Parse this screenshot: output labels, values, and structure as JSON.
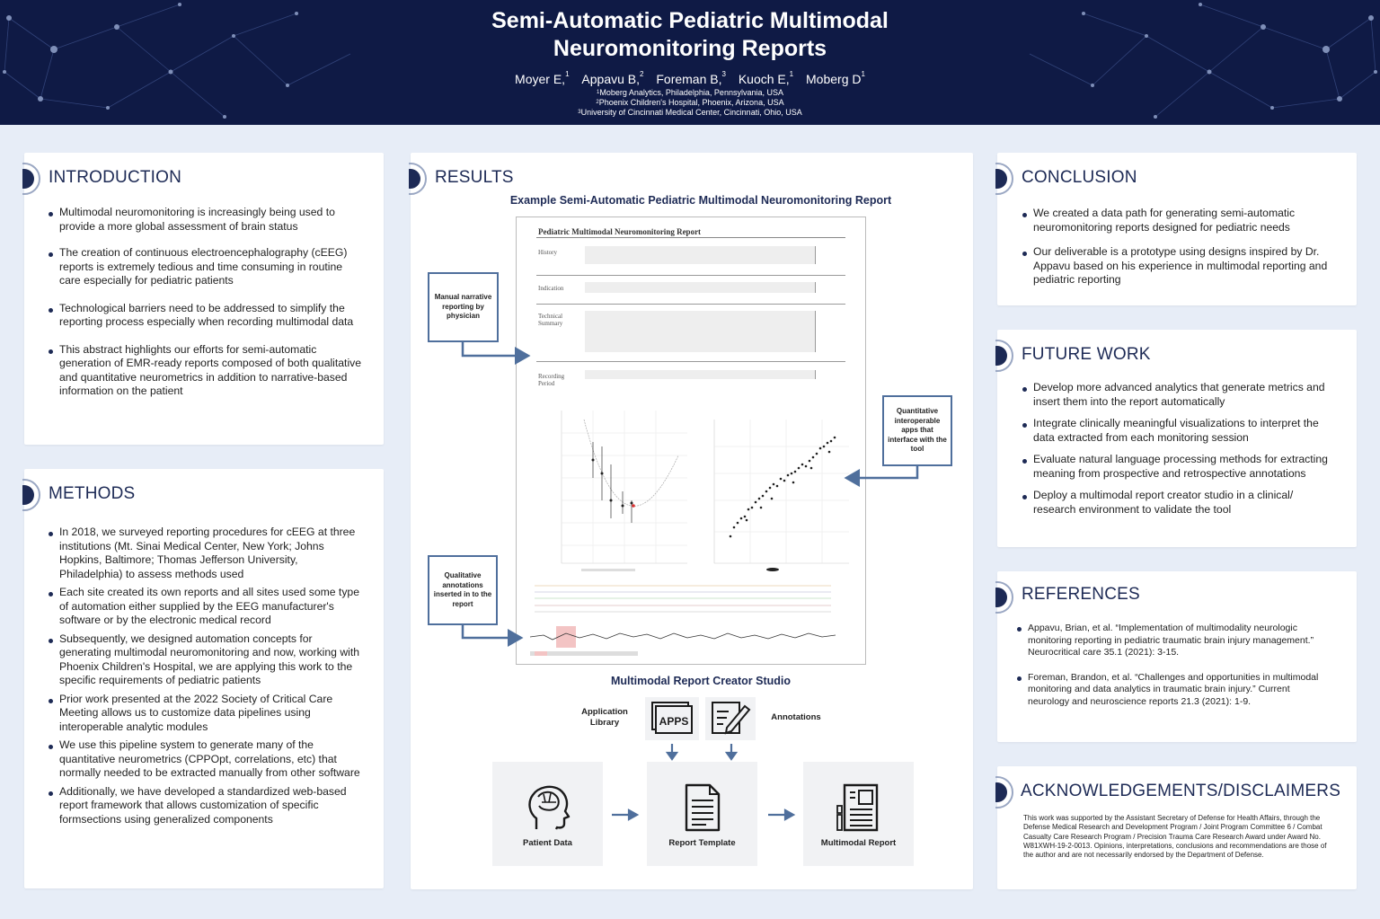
{
  "header": {
    "title_line1": "Semi-Automatic Pediatric Multimodal",
    "title_line2": "Neuromonitoring Reports",
    "authors": [
      {
        "name": "Moyer E,",
        "sup": "1"
      },
      {
        "name": "Appavu B,",
        "sup": "2"
      },
      {
        "name": "Foreman B,",
        "sup": "3"
      },
      {
        "name": "Kuoch E,",
        "sup": "1"
      },
      {
        "name": "Moberg D",
        "sup": "1"
      }
    ],
    "affiliations": [
      {
        "sup": "1",
        "text": "Moberg Analytics, Philadelphia, Pennsylvania, USA"
      },
      {
        "sup": "2",
        "text": "Phoenix Children's Hospital, Phoenix, Arizona, USA"
      },
      {
        "sup": "3",
        "text": "University of Cincinnati Medical Center, Cincinnati, Ohio, USA"
      }
    ]
  },
  "introduction": {
    "title": "INTRODUCTION",
    "bullets": [
      "Multimodal neuromonitoring is increasingly being used to provide a more global assessment of brain status",
      "The creation of continuous electroencephalography (cEEG) reports is extremely tedious and time consuming in routine care especially for pediatric patients",
      "Technological barriers need to be addressed to simplify the reporting process especially when recording multimodal data",
      "This abstract highlights our efforts for semi-automatic generation of EMR-ready reports composed of both qualitative and quantitative neurometrics in addition to narrative-based information on the patient"
    ]
  },
  "methods": {
    "title": "METHODS",
    "bullets": [
      "In 2018, we surveyed reporting procedures for cEEG at three institutions (Mt. Sinai Medical Center, New York; Johns Hopkins, Baltimore; Thomas Jefferson University, Philadelphia) to assess methods used",
      "Each site created its own reports and all sites used some type of automation either supplied by the EEG manufacturer's software or by the electronic medical record",
      "Subsequently, we designed automation concepts for generating multimodal neuromonitoring and now, working with Phoenix Children's Hospital, we are applying this work to the specific requirements of pediatric patients",
      "Prior work presented at the 2022 Society of Critical Care Meeting allows us to customize data pipelines using interoperable analytic modules",
      "We use this pipeline system to generate many of the quantitative neurometrics (CPPOpt, correlations, etc) that normally needed to be extracted manually from other software",
      "Additionally, we have developed a standardized web-based report framework that allows customization of specific formsections using generalized components"
    ]
  },
  "results": {
    "title": "RESULTS",
    "subtitle": "Example Semi-Automatic Pediatric Multimodal Neuromonitoring Report",
    "report": {
      "title": "Pediatric Multimodal Neuromonitoring Report",
      "rows": [
        {
          "label": "History"
        },
        {
          "label": "Indication"
        },
        {
          "label": "Technical Summary"
        },
        {
          "label": "Recording Period"
        }
      ]
    },
    "callouts": {
      "manual": "Manual narrative reporting by physician",
      "quantitative": "Quantitative interoperable apps that interface with the tool",
      "qualitative": "Qualitative annotations inserted in to the report"
    },
    "studio": {
      "title": "Multimodal Report Creator Studio",
      "app_library": "Application Library",
      "apps_icon_text": "APPS",
      "annotations": "Annotations",
      "patient_data": "Patient Data",
      "report_template": "Report Template",
      "multimodal_report": "Multimodal Report"
    }
  },
  "conclusion": {
    "title": "CONCLUSION",
    "bullets": [
      "We created a data path for generating semi-automatic neuromonitoring reports designed for pediatric needs",
      "Our deliverable is a prototype using designs inspired by Dr. Appavu based on his experience in multimodal reporting and pediatric reporting"
    ]
  },
  "future_work": {
    "title": "FUTURE WORK",
    "bullets": [
      "Develop more advanced analytics that generate metrics and insert them into the report automatically",
      "Integrate clinically meaningful visualizations to interpret the data extracted from each monitoring session",
      "Evaluate natural language processing methods for extracting meaning from prospective and retrospective annotations",
      "Deploy a multimodal report creator studio in a clinical/ research environment to validate the tool"
    ]
  },
  "references": {
    "title": "REFERENCES",
    "items": [
      "Appavu, Brian, et al. “Implementation of multimodality neurologic monitoring reporting in pediatric traumatic brain injury management.” Neurocritical care 35.1 (2021): 3-15.",
      "Foreman, Brandon, et al. “Challenges and opportunities in multimodal monitoring and data analytics in traumatic brain injury.” Current neurology and neuroscience reports 21.3 (2021): 1-9."
    ]
  },
  "acknowledgements": {
    "title": "ACKNOWLEDGEMENTS/DISCLAIMERS",
    "text": "This work was supported by the Assistant Secretary of Defense for Health Affairs, through the Defense Medical Research and Development Program / Joint Program Committee 6 / Combat Casualty Care Research Program / Precision Trauma Care Research Award under Award No. W81XWH-19-2-0013. Opinions, interpretations, conclusions and recommendations are those of the author and are not necessarily endorsed by the Department of Defense."
  },
  "colors": {
    "header_bg": "#0f1a45",
    "accent": "#1d2a55",
    "callout_border": "#4f6f9c",
    "page_bg": "#e7edf7"
  }
}
